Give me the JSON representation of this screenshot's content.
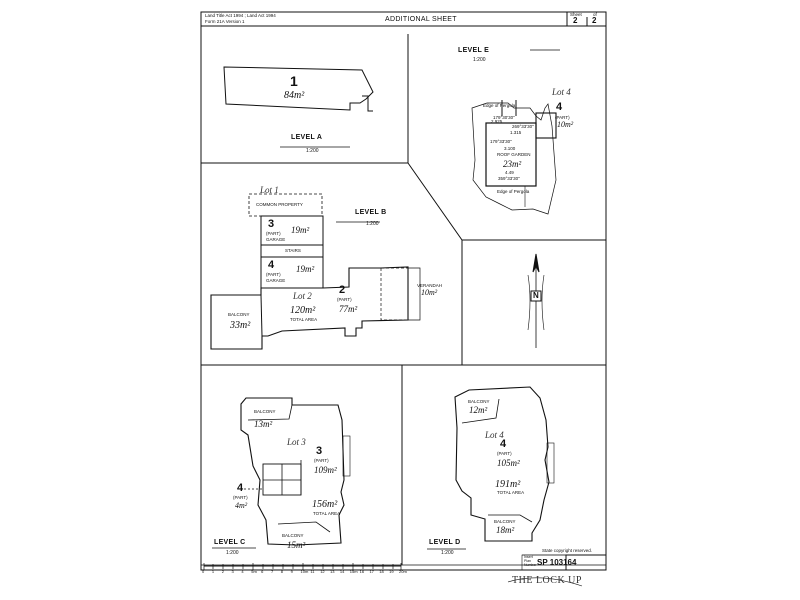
{
  "header": {
    "act_line1": "Land Title Act 1994 ; Land Act 1994",
    "act_line2": "Form 21A Version 1",
    "title": "ADDITIONAL SHEET",
    "sheet_label": "Sheet",
    "sheet_of": "of",
    "sheet_num": "2",
    "sheet_total": "2"
  },
  "level_a": {
    "name": "LEVEL A",
    "scale": "1:200",
    "lot": "1",
    "area": "84m²"
  },
  "level_e": {
    "name": "LEVEL E",
    "scale": "1:200",
    "lot": "4",
    "lot_part": "(PART)",
    "area": "10m²",
    "hand_note": "Lot 4",
    "roof_garden": "ROOF GARDEN",
    "roof_area": "23m²",
    "edge_top": "Edge of Pergola",
    "edge_bottom": "Edge of Pergola",
    "bearing1": "179°30'30\"",
    "bearing2": "269°33'30\"",
    "bearing3": "179°33'30\"",
    "bearing4": "359°33'30\"",
    "dim1": "2.925",
    "dim2": "3.100",
    "dim3": "4.49",
    "dim4": "1.315"
  },
  "level_b": {
    "name": "LEVEL B",
    "scale": "1:200",
    "hand_note1": "Lot 1",
    "common_property": "COMMON PROPERTY",
    "lot3_num": "3",
    "lot3_part": "(PART)",
    "lot3_use": "GARAGE",
    "lot3_area": "19m²",
    "stairs": "STAIRS",
    "lot4_num": "4",
    "lot4_part": "(PART)",
    "lot4_use": "GARAGE",
    "lot4_area": "19m²",
    "hand_note2": "Lot 2",
    "total_area": "120m²",
    "total_label": "TOTAL AREA",
    "lot2_num": "2",
    "lot2_part": "(PART)",
    "lot2_area": "77m²",
    "balcony_label": "BALCONY",
    "balcony_area": "33m²",
    "verandah_label": "VERANDAH",
    "verandah_area": "10m²"
  },
  "level_c": {
    "name": "LEVEL C",
    "scale": "1:200",
    "balcony_top": "BALCONY",
    "balcony_top_area": "13m²",
    "hand_note": "Lot 3",
    "lot_num": "3",
    "lot_part": "(PART)",
    "lot_area": "109m²",
    "total_area": "156m²",
    "total_label": "TOTAL AREA",
    "lot4_num": "4",
    "lot4_part": "(PART)",
    "lot4_area": "4m²",
    "balcony_bottom": "BALCONY",
    "balcony_bottom_area": "15m²"
  },
  "level_d": {
    "name": "LEVEL D",
    "scale": "1:200",
    "balcony_top": "BALCONY",
    "balcony_top_area": "12m²",
    "hand_note": "Lot 4",
    "lot_num": "4",
    "lot_part": "(PART)",
    "lot_area": "105m²",
    "total_area": "191m²",
    "total_label": "TOTAL AREA",
    "balcony_bottom": "BALCONY",
    "balcony_bottom_area": "18m²"
  },
  "north": {
    "label": "N"
  },
  "footer": {
    "scale_ticks": [
      "0",
      "1",
      "2",
      "3",
      "4",
      "5m",
      "6",
      "7",
      "8",
      "9",
      "10m",
      "11",
      "12",
      "13",
      "14",
      "15m",
      "16",
      "17",
      "18",
      "19",
      "20m"
    ],
    "state_copyright": "State copyright reserved.",
    "plan_no_label1": "Insert",
    "plan_no_label2": "Plan",
    "plan_no_label3": "Number",
    "plan_number": "SP 103164",
    "handwritten_note": "THE LOCK UP"
  }
}
